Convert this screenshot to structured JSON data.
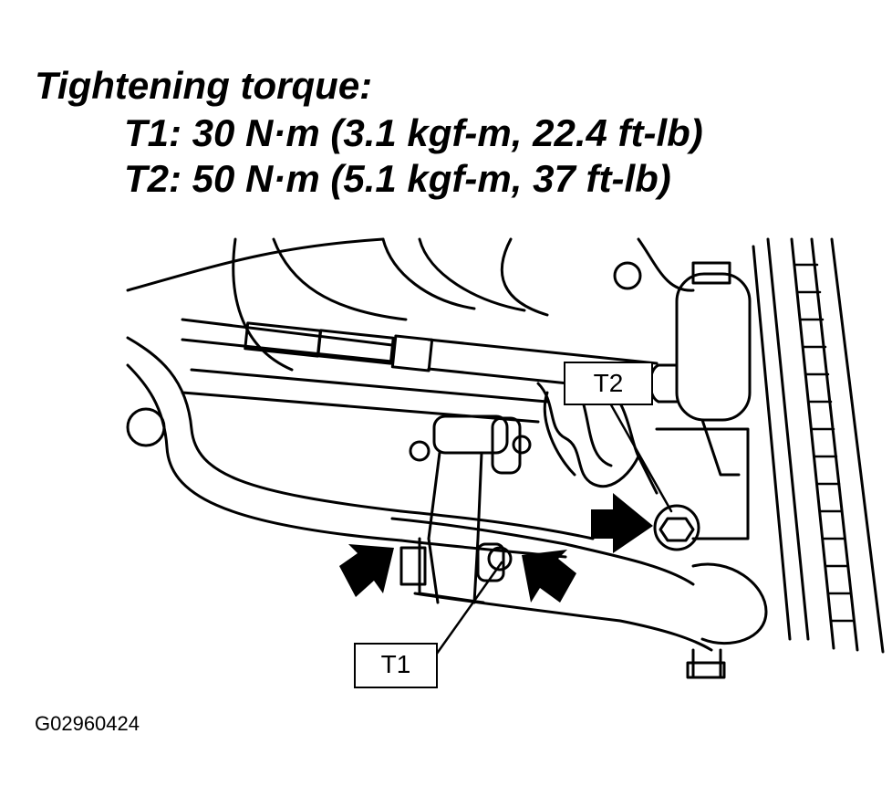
{
  "heading": "Tightening torque:",
  "specs": [
    "T1: 30 N·m (3.1 kgf-m, 22.4 ft-lb)",
    "T2: 50 N·m (5.1 kgf-m, 37 ft-lb)"
  ],
  "callouts": {
    "t1": "T1",
    "t2": "T2"
  },
  "figure_code": "G02960424"
}
